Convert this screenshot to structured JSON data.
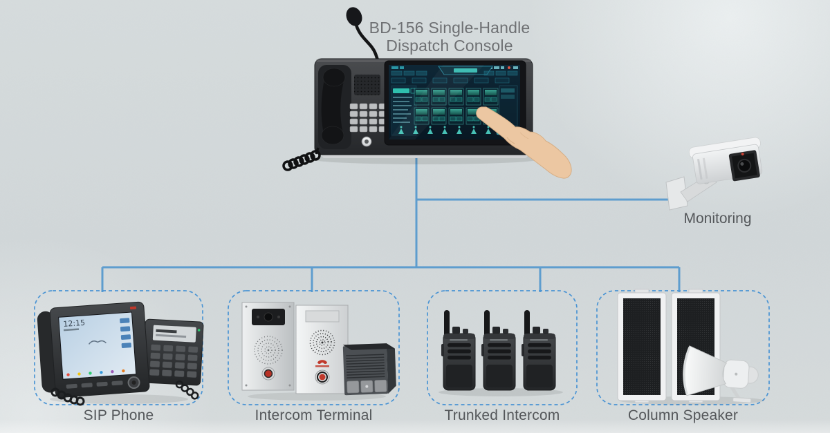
{
  "title": {
    "line1": "BD-156 Single-Handle",
    "line2": "Dispatch Console"
  },
  "monitoring": {
    "label": "Monitoring"
  },
  "device_groups": [
    {
      "id": "sip-phone",
      "label": "SIP Phone"
    },
    {
      "id": "intercom-terminal",
      "label": "Intercom Terminal"
    },
    {
      "id": "trunked-intercom",
      "label": "Trunked Intercom"
    },
    {
      "id": "column-speaker",
      "label": "Column Speaker"
    }
  ],
  "sip_phone": {
    "clock": "12:15"
  },
  "colors": {
    "background": "#d4dadb",
    "connector_line": "#5e9dce",
    "group_box_border": "#4a94d4",
    "title_text": "#6e7073",
    "label_text": "#54575a"
  }
}
